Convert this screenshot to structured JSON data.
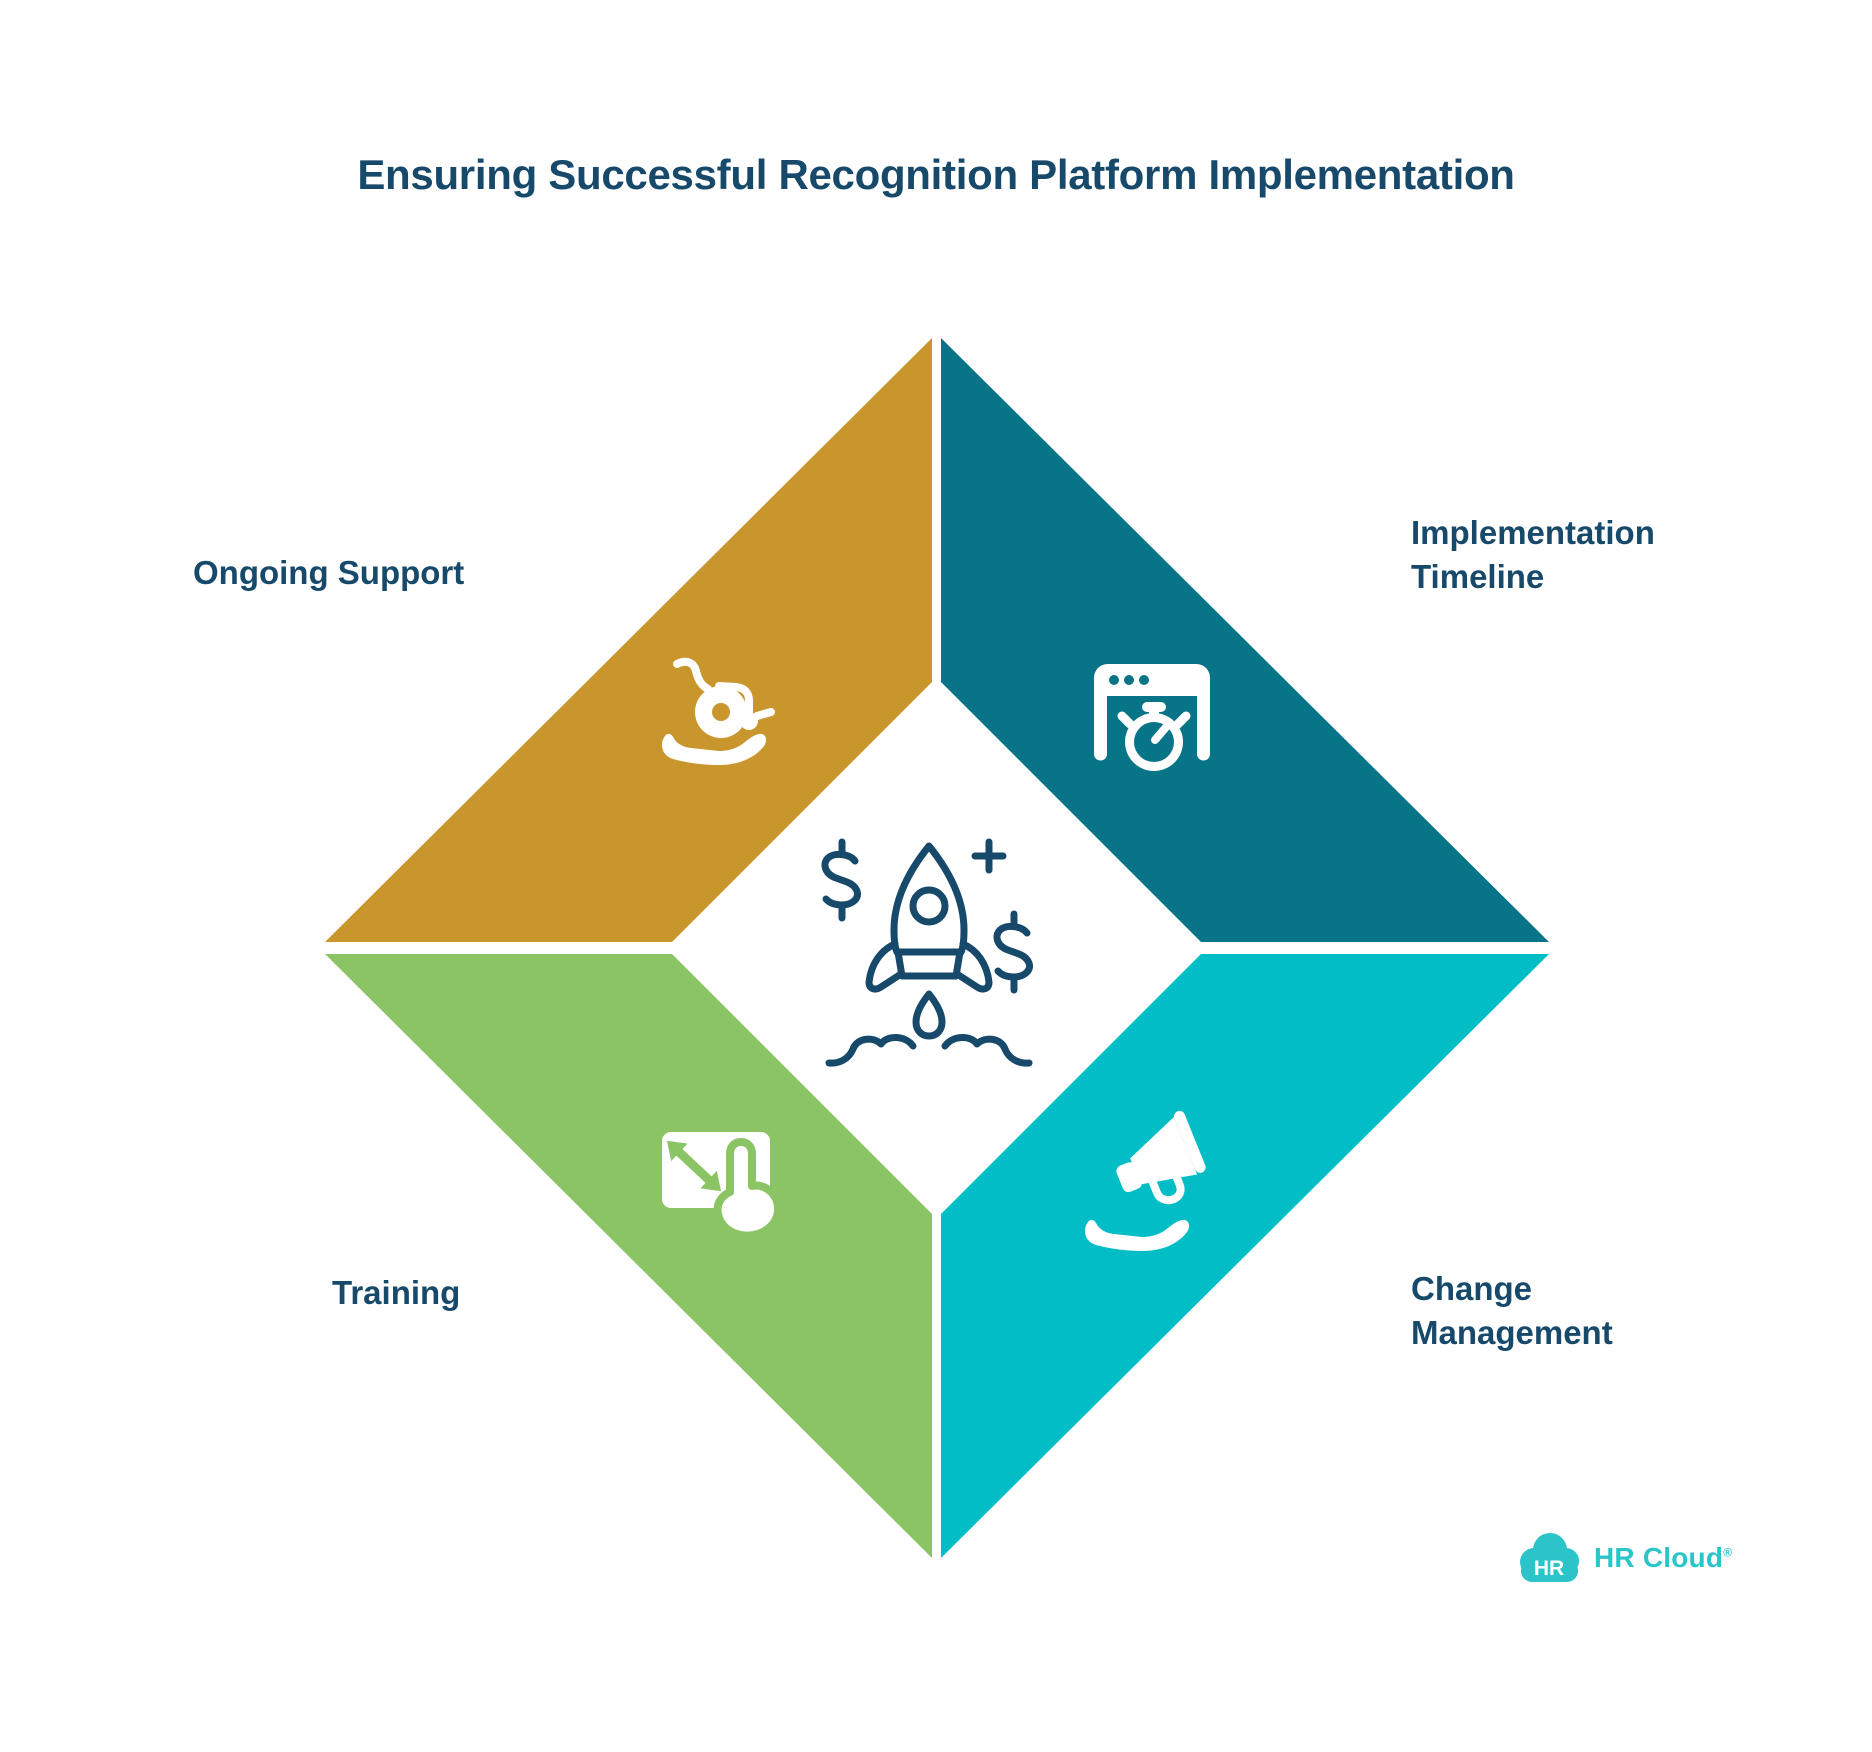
{
  "title": "Ensuring Successful Recognition Platform Implementation",
  "quadrants": [
    {
      "id": "ongoing-support",
      "position": "top-left",
      "label": "Ongoing Support",
      "color": "#C8962C",
      "icon": "hand-holding-wheelchair-icon"
    },
    {
      "id": "implementation-timeline",
      "position": "top-right",
      "label": "Implementation Timeline",
      "color": "#077488",
      "icon": "browser-stopwatch-icon"
    },
    {
      "id": "training",
      "position": "bottom-left",
      "label": "Training",
      "color": "#8BC464",
      "icon": "touchscreen-arrows-icon"
    },
    {
      "id": "change-management",
      "position": "bottom-right",
      "label": "Change Management",
      "color": "#00BDC6",
      "icon": "hand-holding-megaphone-icon"
    }
  ],
  "center_icon": {
    "name": "rocket-launch-with-dollars-icon",
    "color": "#17496B"
  },
  "logo": {
    "cloud_initials": "HR",
    "brand_name": "HR Cloud",
    "registered_mark": "®",
    "color": "#2BC4C9"
  },
  "text_color": "#17496B",
  "background_color": "#FFFFFF"
}
